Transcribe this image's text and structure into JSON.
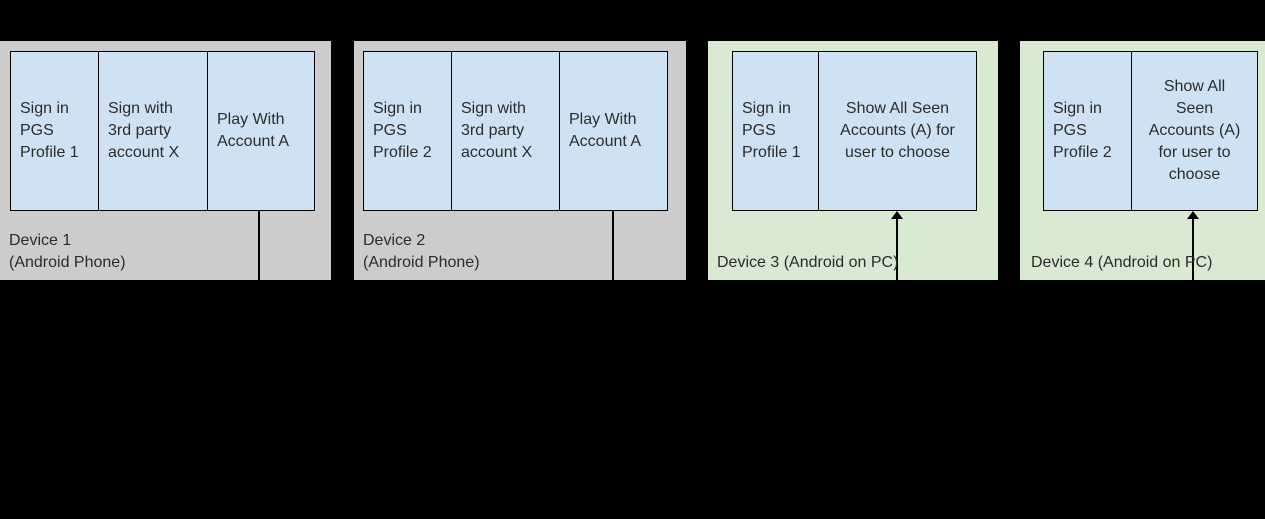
{
  "canvas": {
    "background": "#000000"
  },
  "palette": {
    "phone_device_fill": "#cccccc",
    "pc_device_fill": "#d9ead3",
    "step_cell_fill": "#cfe2f3",
    "border": "#000000",
    "text": "#2b2b2b"
  },
  "devices": [
    {
      "name": "Device 1",
      "kind": "phone",
      "label": "Device 1\n(Android Phone)",
      "steps": [
        "Sign in\nPGS\nProfile 1",
        "Sign with\n3rd party\naccount X",
        "Play With\nAccount A"
      ],
      "connector": "line-down"
    },
    {
      "name": "Device 2",
      "kind": "phone",
      "label": "Device 2\n(Android Phone)",
      "steps": [
        "Sign in\nPGS\nProfile 2",
        "Sign with\n3rd party\naccount X",
        "Play With\nAccount A"
      ],
      "connector": "line-down"
    },
    {
      "name": "Device 3",
      "kind": "pc",
      "label": "Device 3 (Android on PC)",
      "steps": [
        "Sign in\nPGS\nProfile 1",
        "Show All Seen\nAccounts (A) for\nuser to choose"
      ],
      "connector": "arrow-up"
    },
    {
      "name": "Device 4",
      "kind": "pc",
      "label": "Device 4 (Android on PC)",
      "steps": [
        "Sign in\nPGS\nProfile 2",
        "Show All\nSeen\nAccounts (A)\nfor user to\nchoose"
      ],
      "connector": "arrow-up"
    }
  ]
}
